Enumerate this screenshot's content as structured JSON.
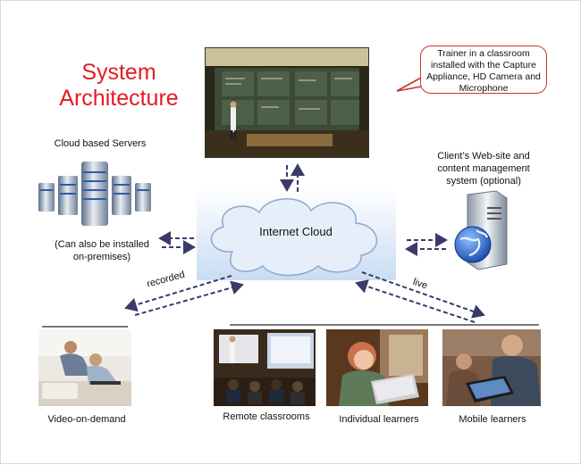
{
  "title": {
    "line1": "System",
    "line2": "Architecture"
  },
  "callout": {
    "line1": "Trainer in a classroom",
    "line2": "installed with the Capture",
    "line3": "Appliance, HD Camera and",
    "line4": "Microphone"
  },
  "nodes": {
    "cloud_servers": "Cloud based Servers",
    "on_premises": {
      "line1": "(Can also be installed",
      "line2": "on-premises)"
    },
    "internet_cloud": "Internet Cloud",
    "client_site": {
      "line1": "Client’s Web-site and",
      "line2": "content management",
      "line3": "system (optional)"
    }
  },
  "connectors": {
    "recorded": "recorded",
    "live": "live"
  },
  "endpoints": {
    "vod": "Video-on-demand",
    "remote": "Remote classrooms",
    "individual": "Individual learners",
    "mobile": "Mobile learners"
  },
  "colors": {
    "title": "#e31b23",
    "callout_border": "#c0392b",
    "arrow": "#3a3a6a",
    "cloud_fill": "#dfeaf8",
    "cloud_stroke": "#8fa8cf"
  },
  "icons": {
    "servers": "server-rack-icon",
    "client_server": "globe-server-icon"
  }
}
